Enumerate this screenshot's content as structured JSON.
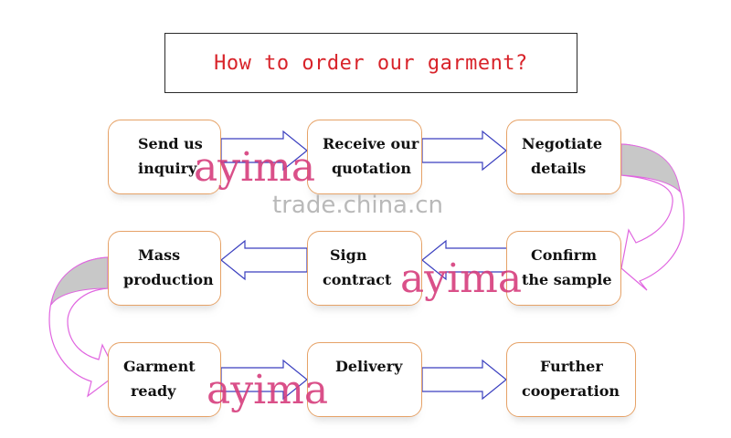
{
  "title": "How to order our garment?",
  "steps": [
    {
      "id": "send-inquiry",
      "lines": [
        "Send us",
        "inquiry"
      ]
    },
    {
      "id": "receive-quotation",
      "lines": [
        "Receive our",
        "quotation"
      ]
    },
    {
      "id": "negotiate-details",
      "lines": [
        "Negotiate",
        "details"
      ]
    },
    {
      "id": "mass-production",
      "lines": [
        "Mass",
        "production"
      ]
    },
    {
      "id": "sign-contract",
      "lines": [
        "Sign",
        "contract"
      ]
    },
    {
      "id": "confirm-sample",
      "lines": [
        "Confirm",
        "the sample"
      ]
    },
    {
      "id": "garment-ready",
      "lines": [
        "Garment",
        "ready"
      ]
    },
    {
      "id": "delivery",
      "lines": [
        "Delivery"
      ]
    },
    {
      "id": "further-cooperation",
      "lines": [
        "Further",
        "cooperation"
      ]
    }
  ],
  "watermarks": {
    "brand": "ayima",
    "site": "trade.china.cn"
  },
  "colors": {
    "title": "#d8232a",
    "box_border": "#e6a267",
    "arrow_stroke": "#3a3fbf",
    "curve_stroke": "#e066e0",
    "curve_fill": "#c8c8c8",
    "watermark": "#d63e7d"
  }
}
